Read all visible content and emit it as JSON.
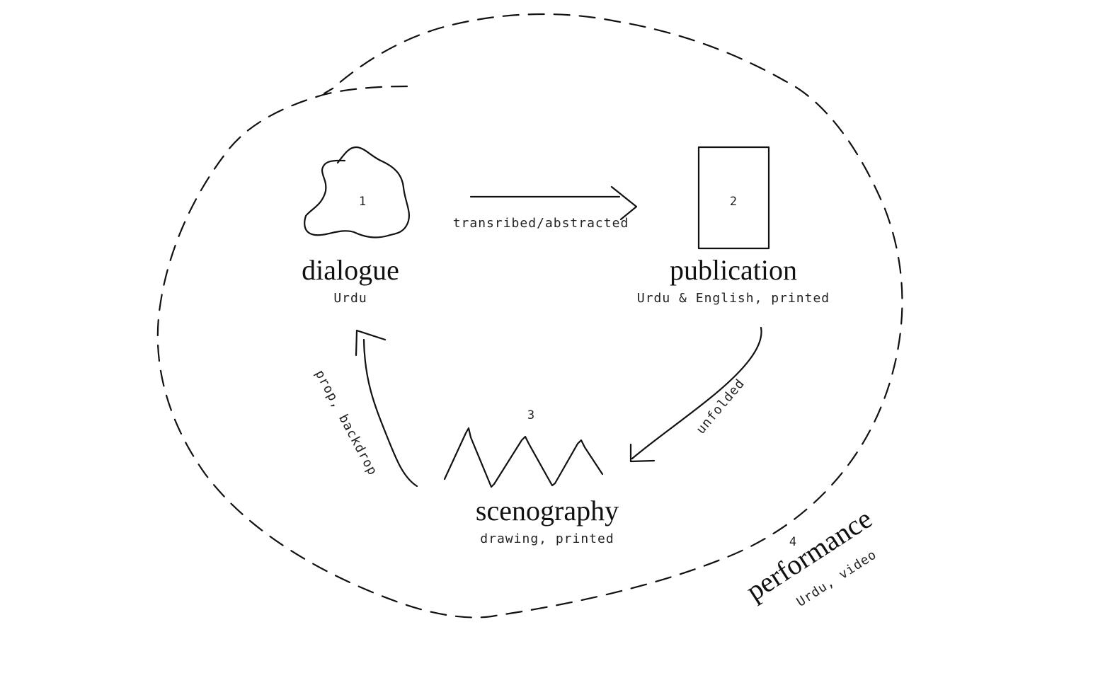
{
  "nodes": {
    "dialogue": {
      "number": "1",
      "title": "dialogue",
      "subtitle": "Urdu"
    },
    "publication": {
      "number": "2",
      "title": "publication",
      "subtitle": "Urdu & English, printed"
    },
    "scenography": {
      "number": "3",
      "title": "scenography",
      "subtitle": "drawing, printed"
    },
    "performance": {
      "number": "4",
      "title": "performance",
      "subtitle": "Urdu, video"
    }
  },
  "edges": {
    "dialogue_to_publication": "transribed/abstracted",
    "publication_to_scenography": "unfolded",
    "scenography_to_dialogue": "prop, backdrop"
  },
  "colors": {
    "ink": "#111111",
    "background": "#ffffff"
  }
}
